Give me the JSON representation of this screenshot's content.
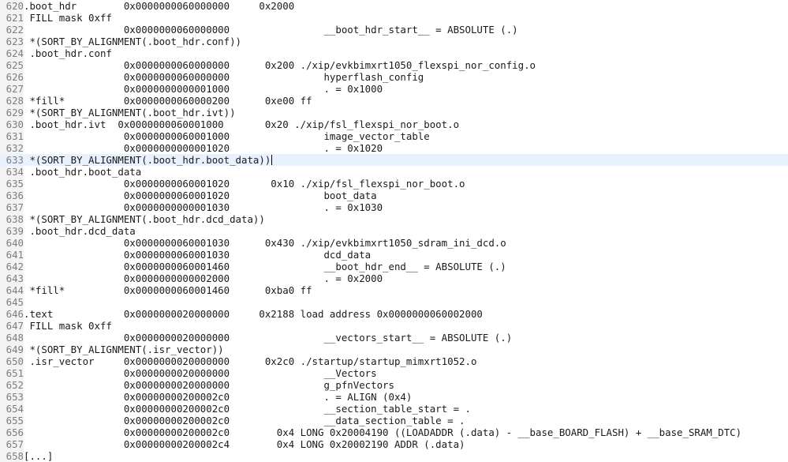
{
  "editor": {
    "current_line_index": 13,
    "lines": [
      {
        "num": "620",
        "text": ".boot_hdr        0x0000000060000000     0x2000"
      },
      {
        "num": "621",
        "text": " FILL mask 0xff"
      },
      {
        "num": "622",
        "text": "                 0x0000000060000000                __boot_hdr_start__ = ABSOLUTE (.)"
      },
      {
        "num": "623",
        "text": " *(SORT_BY_ALIGNMENT(.boot_hdr.conf))"
      },
      {
        "num": "624",
        "text": " .boot_hdr.conf"
      },
      {
        "num": "625",
        "text": "                 0x0000000060000000      0x200 ./xip/evkbimxrt1050_flexspi_nor_config.o"
      },
      {
        "num": "626",
        "text": "                 0x0000000060000000                hyperflash_config"
      },
      {
        "num": "627",
        "text": "                 0x0000000000001000                . = 0x1000"
      },
      {
        "num": "628",
        "text": " *fill*          0x0000000060000200      0xe00 ff"
      },
      {
        "num": "629",
        "text": " *(SORT_BY_ALIGNMENT(.boot_hdr.ivt))"
      },
      {
        "num": "630",
        "text": " .boot_hdr.ivt  0x0000000060001000       0x20 ./xip/fsl_flexspi_nor_boot.o"
      },
      {
        "num": "631",
        "text": "                 0x0000000060001000                image_vector_table"
      },
      {
        "num": "632",
        "text": "                 0x0000000000001020                . = 0x1020"
      },
      {
        "num": "633",
        "text": " *(SORT_BY_ALIGNMENT(.boot_hdr.boot_data))"
      },
      {
        "num": "634",
        "text": " .boot_hdr.boot_data"
      },
      {
        "num": "635",
        "text": "                 0x0000000060001020       0x10 ./xip/fsl_flexspi_nor_boot.o"
      },
      {
        "num": "636",
        "text": "                 0x0000000060001020                boot_data"
      },
      {
        "num": "637",
        "text": "                 0x0000000000001030                . = 0x1030"
      },
      {
        "num": "638",
        "text": " *(SORT_BY_ALIGNMENT(.boot_hdr.dcd_data))"
      },
      {
        "num": "639",
        "text": " .boot_hdr.dcd_data"
      },
      {
        "num": "640",
        "text": "                 0x0000000060001030      0x430 ./xip/evkbimxrt1050_sdram_ini_dcd.o"
      },
      {
        "num": "641",
        "text": "                 0x0000000060001030                dcd_data"
      },
      {
        "num": "642",
        "text": "                 0x0000000060001460                __boot_hdr_end__ = ABSOLUTE (.)"
      },
      {
        "num": "643",
        "text": "                 0x0000000000002000                . = 0x2000"
      },
      {
        "num": "644",
        "text": " *fill*          0x0000000060001460      0xba0 ff"
      },
      {
        "num": "645",
        "text": ""
      },
      {
        "num": "646",
        "text": ".text            0x0000000020000000     0x2188 load address 0x0000000060002000"
      },
      {
        "num": "647",
        "text": " FILL mask 0xff"
      },
      {
        "num": "648",
        "text": "                 0x0000000020000000                __vectors_start__ = ABSOLUTE (.)"
      },
      {
        "num": "649",
        "text": " *(SORT_BY_ALIGNMENT(.isr_vector))"
      },
      {
        "num": "650",
        "text": " .isr_vector     0x0000000020000000      0x2c0 ./startup/startup_mimxrt1052.o"
      },
      {
        "num": "651",
        "text": "                 0x0000000020000000                __Vectors"
      },
      {
        "num": "652",
        "text": "                 0x0000000020000000                g_pfnVectors"
      },
      {
        "num": "653",
        "text": "                 0x00000000200002c0                . = ALIGN (0x4)"
      },
      {
        "num": "654",
        "text": "                 0x00000000200002c0                __section_table_start = ."
      },
      {
        "num": "655",
        "text": "                 0x00000000200002c0                __data_section_table = ."
      },
      {
        "num": "656",
        "text": "                 0x00000000200002c0        0x4 LONG 0x20004190 ((LOADADDR (.data) - __base_BOARD_FLASH) + __base_SRAM_DTC)"
      },
      {
        "num": "657",
        "text": "                 0x00000000200002c4        0x4 LONG 0x20002190 ADDR (.data)"
      },
      {
        "num": "658",
        "text": "[...]"
      }
    ]
  }
}
